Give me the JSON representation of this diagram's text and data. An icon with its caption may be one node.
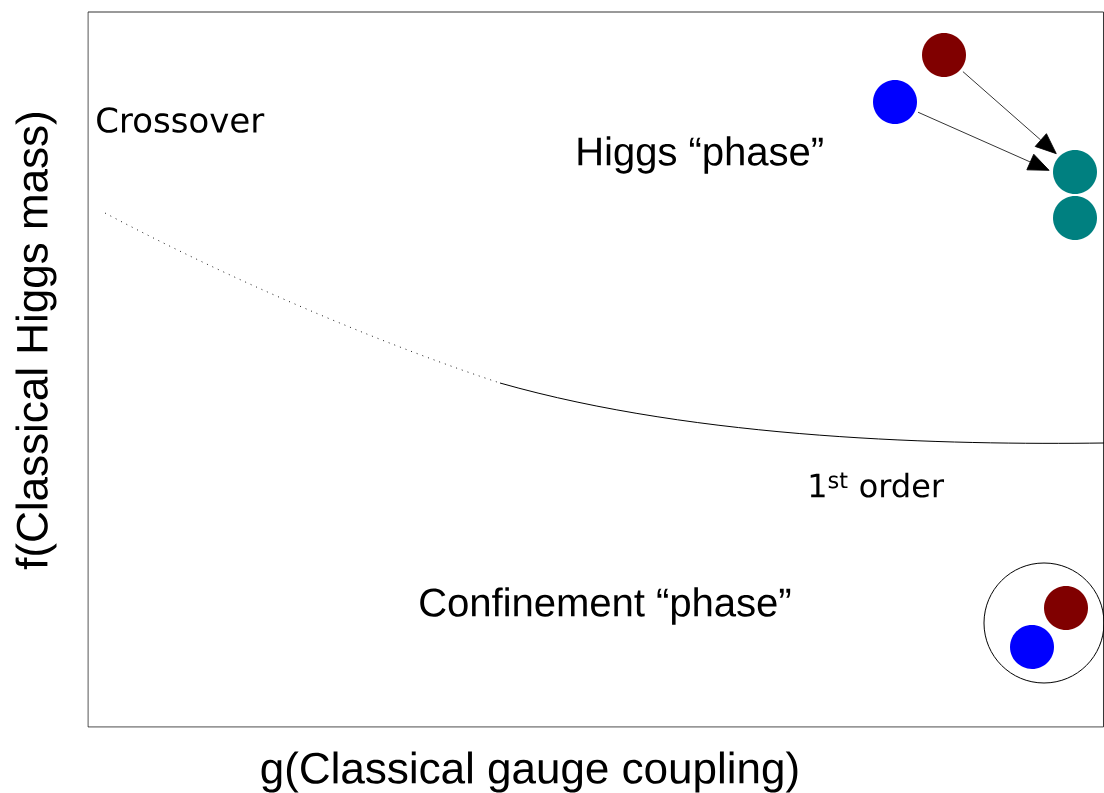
{
  "diagram": {
    "nodes": [
      {
        "text": [],
        "shape": "circle"
      },
      {
        "text": [],
        "shape": "circle"
      },
      {
        "text": [],
        "shape": "circle"
      },
      {
        "text": [],
        "shape": "circle"
      },
      {
        "text": [],
        "shape": "circle"
      },
      {
        "text": [],
        "shape": "circle",
        "in": 4
      },
      {
        "text": [],
        "shape": "circle",
        "in": 4
      }
    ],
    "edges": [
      {
        "from": 0,
        "to": 2,
        "arrow": "to"
      },
      {
        "from": 1,
        "to": 2,
        "arrow": "to"
      }
    ],
    "labels": [
      "Crossover",
      "Higgs “phase”",
      "1$^{st}$ order",
      "Confinement “phase”",
      "g(Classical gauge coupling)",
      "f(Classical Higgs mass)"
    ]
  }
}
